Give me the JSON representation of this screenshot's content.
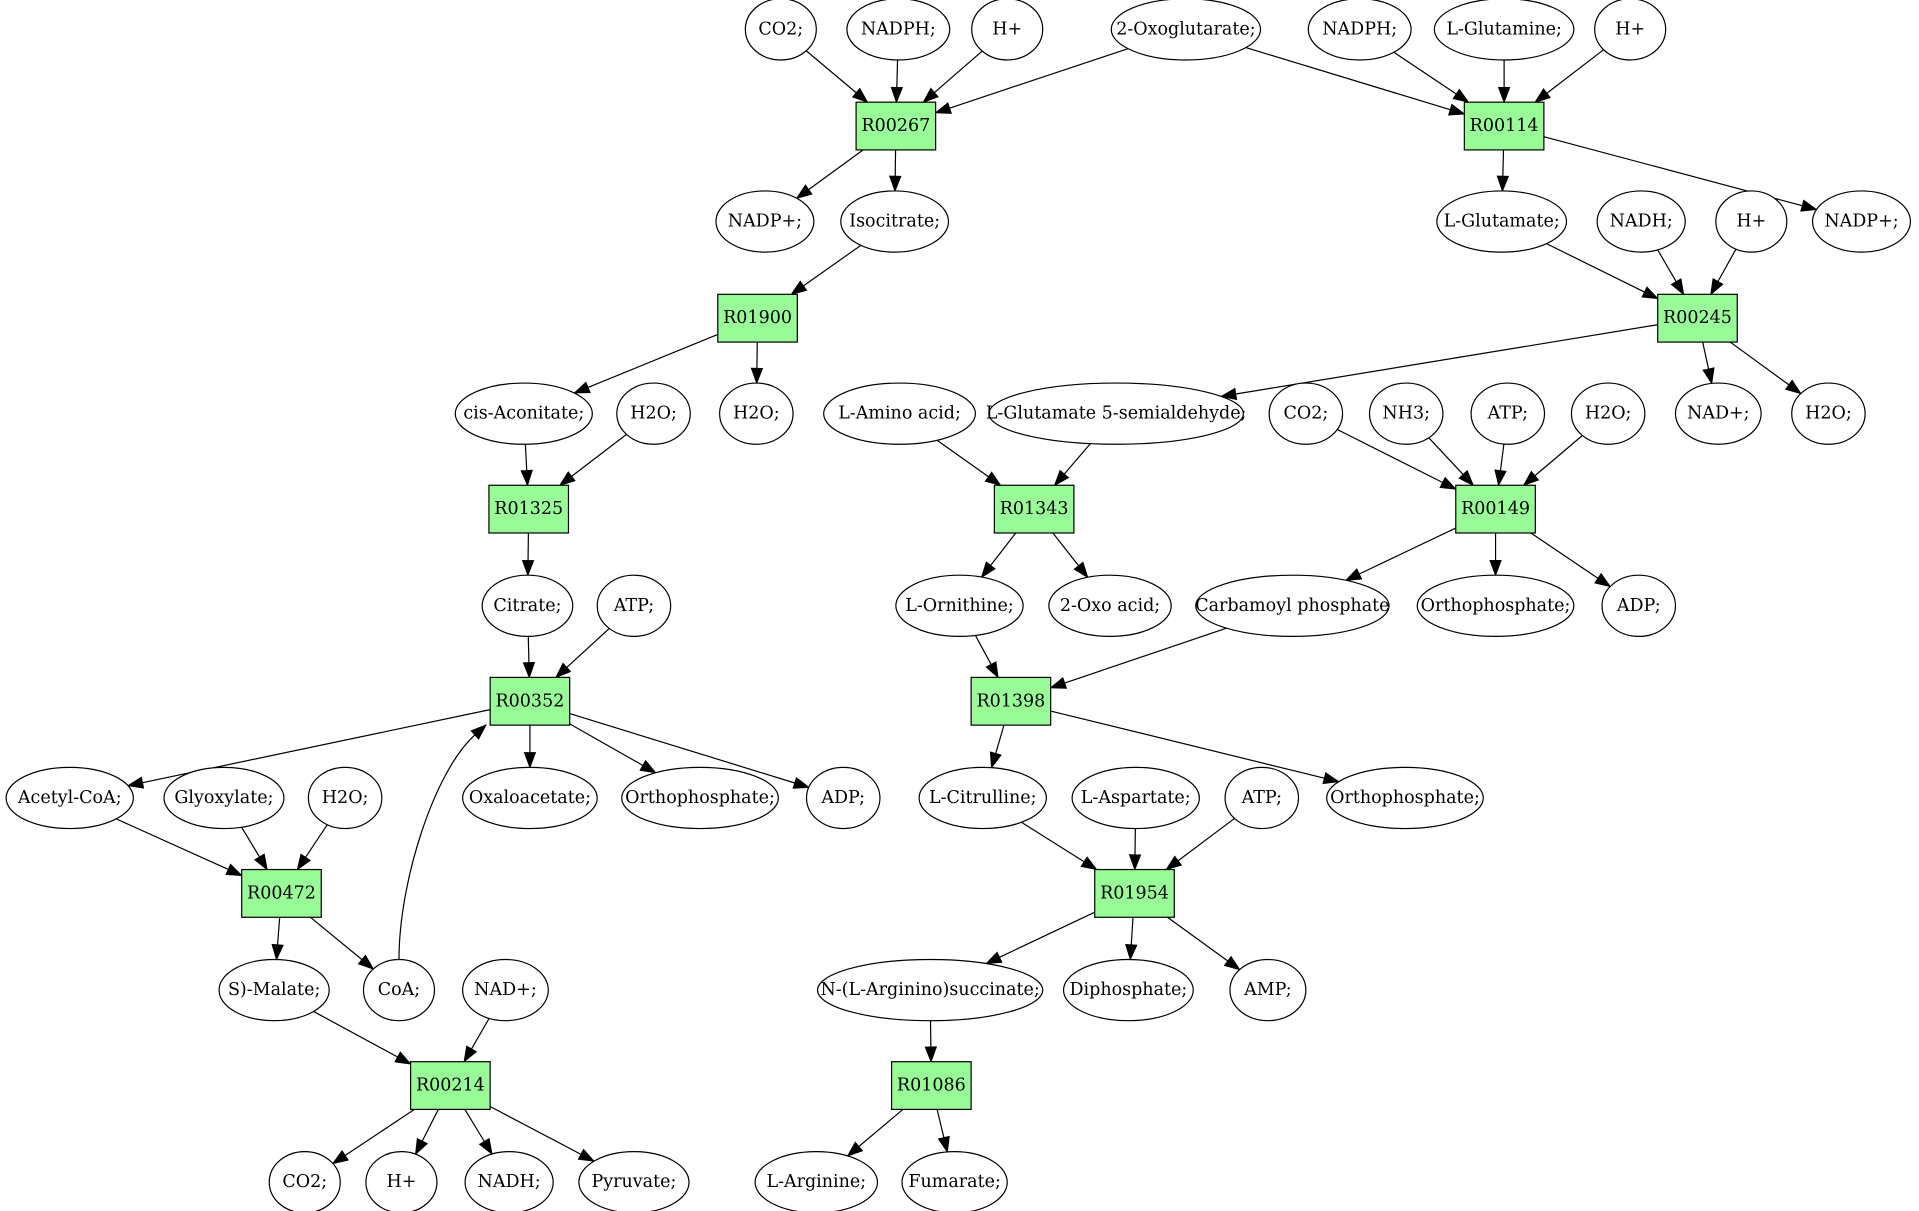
{
  "colors": {
    "reaction_fill": "#98fb98",
    "source_fill": "#00ff00",
    "target_fill": "#ffff00",
    "metabolite_fill": "#ffffff"
  },
  "reactions": [
    {
      "id": "R00267",
      "label": "R00267"
    },
    {
      "id": "R00114",
      "label": "R00114"
    },
    {
      "id": "R01900",
      "label": "R01900"
    },
    {
      "id": "R00245",
      "label": "R00245"
    },
    {
      "id": "R01325",
      "label": "R01325"
    },
    {
      "id": "R01343",
      "label": "R01343"
    },
    {
      "id": "R00149",
      "label": "R00149"
    },
    {
      "id": "R00352",
      "label": "R00352"
    },
    {
      "id": "R01398",
      "label": "R01398"
    },
    {
      "id": "R00472",
      "label": "R00472"
    },
    {
      "id": "R01954",
      "label": "R01954"
    },
    {
      "id": "R00214",
      "label": "R00214"
    },
    {
      "id": "R01086",
      "label": "R01086"
    }
  ],
  "metabolites": [
    {
      "id": "m_co2_a",
      "label": "CO2;"
    },
    {
      "id": "m_nadph_a",
      "label": "NADPH;"
    },
    {
      "id": "m_h_a",
      "label": "H+"
    },
    {
      "id": "m_oxoglutarate",
      "label": "2-Oxoglutarate;",
      "role": "source"
    },
    {
      "id": "m_nadph_b",
      "label": "NADPH;"
    },
    {
      "id": "m_glutamine",
      "label": "L-Glutamine;"
    },
    {
      "id": "m_h_b",
      "label": "H+"
    },
    {
      "id": "m_nadp_a",
      "label": "NADP+;"
    },
    {
      "id": "m_isocitrate",
      "label": "Isocitrate;"
    },
    {
      "id": "m_glutamate",
      "label": "L-Glutamate;"
    },
    {
      "id": "m_nadh_a",
      "label": "NADH;"
    },
    {
      "id": "m_h_c",
      "label": "H+"
    },
    {
      "id": "m_nadp_b",
      "label": "NADP+;"
    },
    {
      "id": "m_cisaconitate",
      "label": "cis-Aconitate;"
    },
    {
      "id": "m_h2o_a",
      "label": "H2O;"
    },
    {
      "id": "m_h2o_b",
      "label": "H2O;"
    },
    {
      "id": "m_aminoacid",
      "label": "L-Amino acid;"
    },
    {
      "id": "m_glu5sa",
      "label": "L-Glutamate 5-semialdehyde;"
    },
    {
      "id": "m_co2_b",
      "label": "CO2;"
    },
    {
      "id": "m_nh3",
      "label": "NH3;"
    },
    {
      "id": "m_atp_a",
      "label": "ATP;"
    },
    {
      "id": "m_h2o_c",
      "label": "H2O;"
    },
    {
      "id": "m_nad_a",
      "label": "NAD+;"
    },
    {
      "id": "m_h2o_d",
      "label": "H2O;"
    },
    {
      "id": "m_citrate",
      "label": "Citrate;"
    },
    {
      "id": "m_atp_b",
      "label": "ATP;"
    },
    {
      "id": "m_ornithine",
      "label": "L-Ornithine;"
    },
    {
      "id": "m_oxoacid",
      "label": "2-Oxo acid;"
    },
    {
      "id": "m_carbamoyl",
      "label": "Carbamoyl phosphate"
    },
    {
      "id": "m_pi_a",
      "label": "Orthophosphate;"
    },
    {
      "id": "m_adp_a",
      "label": "ADP;"
    },
    {
      "id": "m_acetylcoa",
      "label": "Acetyl-CoA;"
    },
    {
      "id": "m_glyoxylate",
      "label": "Glyoxylate;"
    },
    {
      "id": "m_h2o_e",
      "label": "H2O;"
    },
    {
      "id": "m_oxaloacetate",
      "label": "Oxaloacetate;"
    },
    {
      "id": "m_pi_b",
      "label": "Orthophosphate;"
    },
    {
      "id": "m_adp_b",
      "label": "ADP;"
    },
    {
      "id": "m_citrulline",
      "label": "L-Citrulline;"
    },
    {
      "id": "m_aspartate",
      "label": "L-Aspartate;"
    },
    {
      "id": "m_atp_c",
      "label": "ATP;"
    },
    {
      "id": "m_pi_c",
      "label": "Orthophosphate;"
    },
    {
      "id": "m_malate",
      "label": "S)-Malate;"
    },
    {
      "id": "m_coa",
      "label": "CoA;"
    },
    {
      "id": "m_nad_b",
      "label": "NAD+;"
    },
    {
      "id": "m_argsucc",
      "label": "N-(L-Arginino)succinate;"
    },
    {
      "id": "m_ppi",
      "label": "Diphosphate;"
    },
    {
      "id": "m_amp",
      "label": "AMP;"
    },
    {
      "id": "m_co2_c",
      "label": "CO2;"
    },
    {
      "id": "m_h_d",
      "label": "H+"
    },
    {
      "id": "m_nadh_b",
      "label": "NADH;"
    },
    {
      "id": "m_pyruvate",
      "label": "Pyruvate;"
    },
    {
      "id": "m_arginine",
      "label": "L-Arginine;",
      "role": "target"
    },
    {
      "id": "m_fumarate",
      "label": "Fumarate;"
    }
  ],
  "edges": [
    [
      "m_co2_a",
      "R00267"
    ],
    [
      "m_nadph_a",
      "R00267"
    ],
    [
      "m_h_a",
      "R00267"
    ],
    [
      "m_oxoglutarate",
      "R00267"
    ],
    [
      "R00267",
      "m_nadp_a"
    ],
    [
      "R00267",
      "m_isocitrate"
    ],
    [
      "m_oxoglutarate",
      "R00114"
    ],
    [
      "m_nadph_b",
      "R00114"
    ],
    [
      "m_glutamine",
      "R00114"
    ],
    [
      "m_h_b",
      "R00114"
    ],
    [
      "R00114",
      "m_glutamate"
    ],
    [
      "R00114",
      "m_nadp_b"
    ],
    [
      "m_isocitrate",
      "R01900"
    ],
    [
      "R01900",
      "m_cisaconitate"
    ],
    [
      "R01900",
      "m_h2o_b"
    ],
    [
      "m_glutamate",
      "R00245"
    ],
    [
      "m_nadh_a",
      "R00245"
    ],
    [
      "m_h_c",
      "R00245"
    ],
    [
      "R00245",
      "m_glu5sa"
    ],
    [
      "R00245",
      "m_nad_a"
    ],
    [
      "R00245",
      "m_h2o_d"
    ],
    [
      "m_cisaconitate",
      "R01325"
    ],
    [
      "m_h2o_a",
      "R01325"
    ],
    [
      "R01325",
      "m_citrate"
    ],
    [
      "m_aminoacid",
      "R01343"
    ],
    [
      "m_glu5sa",
      "R01343"
    ],
    [
      "R01343",
      "m_ornithine"
    ],
    [
      "R01343",
      "m_oxoacid"
    ],
    [
      "m_co2_b",
      "R00149"
    ],
    [
      "m_nh3",
      "R00149"
    ],
    [
      "m_atp_a",
      "R00149"
    ],
    [
      "m_h2o_c",
      "R00149"
    ],
    [
      "R00149",
      "m_carbamoyl"
    ],
    [
      "R00149",
      "m_pi_a"
    ],
    [
      "R00149",
      "m_adp_a"
    ],
    [
      "m_citrate",
      "R00352"
    ],
    [
      "m_atp_b",
      "R00352"
    ],
    [
      "m_coa",
      "R00352"
    ],
    [
      "R00352",
      "m_acetylcoa"
    ],
    [
      "R00352",
      "m_oxaloacetate"
    ],
    [
      "R00352",
      "m_pi_b"
    ],
    [
      "R00352",
      "m_adp_b"
    ],
    [
      "m_ornithine",
      "R01398"
    ],
    [
      "m_carbamoyl",
      "R01398"
    ],
    [
      "R01398",
      "m_citrulline"
    ],
    [
      "R01398",
      "m_pi_c"
    ],
    [
      "m_acetylcoa",
      "R00472"
    ],
    [
      "m_glyoxylate",
      "R00472"
    ],
    [
      "m_h2o_e",
      "R00472"
    ],
    [
      "R00472",
      "m_malate"
    ],
    [
      "R00472",
      "m_coa"
    ],
    [
      "m_citrulline",
      "R01954"
    ],
    [
      "m_aspartate",
      "R01954"
    ],
    [
      "m_atp_c",
      "R01954"
    ],
    [
      "R01954",
      "m_argsucc"
    ],
    [
      "R01954",
      "m_ppi"
    ],
    [
      "R01954",
      "m_amp"
    ],
    [
      "m_malate",
      "R00214"
    ],
    [
      "m_nad_b",
      "R00214"
    ],
    [
      "R00214",
      "m_co2_c"
    ],
    [
      "R00214",
      "m_h_d"
    ],
    [
      "R00214",
      "m_nadh_b"
    ],
    [
      "R00214",
      "m_pyruvate"
    ],
    [
      "m_argsucc",
      "R01086"
    ],
    [
      "R01086",
      "m_arginine"
    ],
    [
      "R01086",
      "m_fumarate"
    ]
  ]
}
